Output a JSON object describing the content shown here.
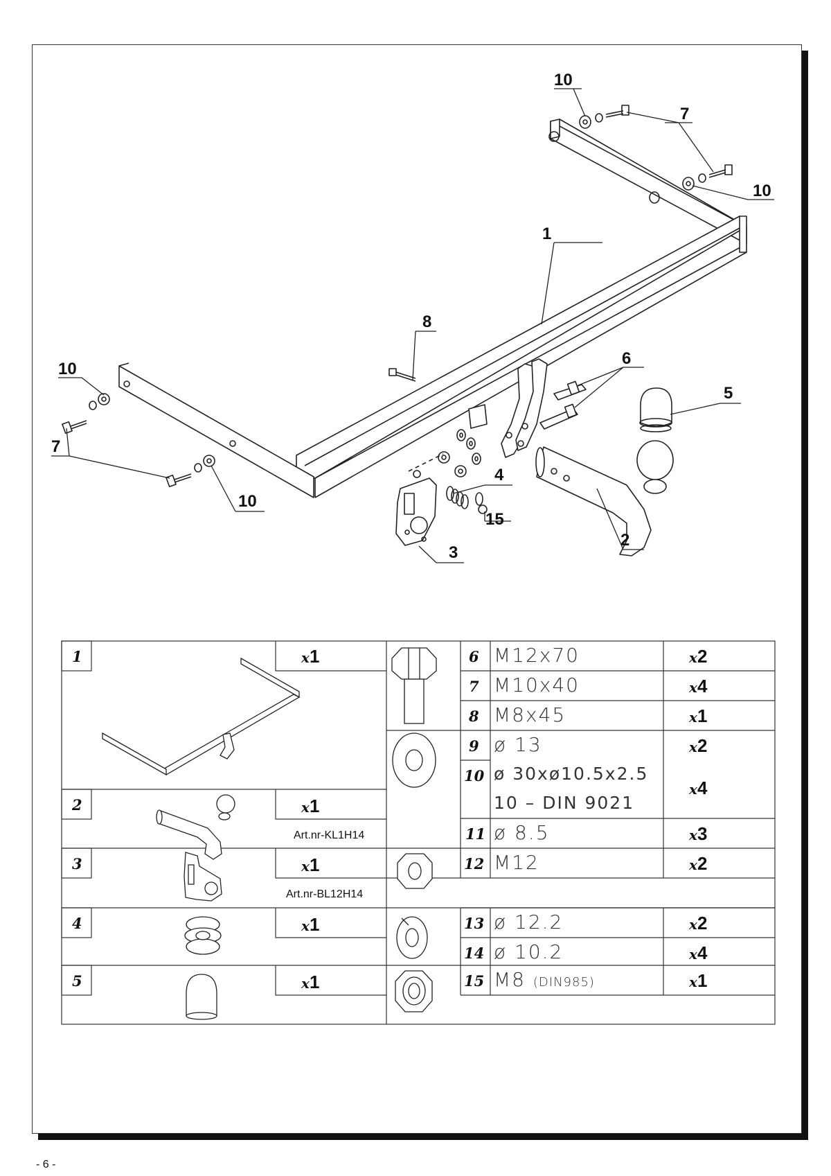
{
  "page": {
    "number": "- 6 -"
  },
  "callouts": {
    "c1": "1",
    "c2": "2",
    "c3": "3",
    "c4": "4",
    "c5": "5",
    "c6": "6",
    "c7a": "7",
    "c7b": "7",
    "c8": "8",
    "c10a": "10",
    "c10b": "10",
    "c10c": "10",
    "c10d": "10",
    "c15": "15"
  },
  "parts_left": [
    {
      "number": "1",
      "quantity_x": "x",
      "quantity_n": "1",
      "article": "",
      "icon": "towbar-frame-icon"
    },
    {
      "number": "2",
      "quantity_x": "x",
      "quantity_n": "1",
      "article": "Art.nr-KL1H14",
      "icon": "ball-neck-icon"
    },
    {
      "number": "3",
      "quantity_x": "x",
      "quantity_n": "1",
      "article": "Art.nr-BL12H14",
      "icon": "socket-plate-icon"
    },
    {
      "number": "4",
      "quantity_x": "x",
      "quantity_n": "1",
      "article": "",
      "icon": "spring-icon"
    },
    {
      "number": "5",
      "quantity_x": "x",
      "quantity_n": "1",
      "article": "",
      "icon": "ball-cap-icon"
    }
  ],
  "parts_right": [
    {
      "number": "6",
      "spec": "M12x70",
      "quantity_x": "x",
      "quantity_n": "2",
      "icon": "bolt-icon"
    },
    {
      "number": "7",
      "spec": "M10x40",
      "quantity_x": "x",
      "quantity_n": "4"
    },
    {
      "number": "8",
      "spec": "M8x45",
      "quantity_x": "x",
      "quantity_n": "1"
    },
    {
      "number": "9",
      "spec": "ø 13",
      "quantity_x": "x",
      "quantity_n": "2",
      "icon": "washer-icon"
    },
    {
      "number": "10",
      "spec": "ø 30xø10.5x2.5",
      "spec_line2": "10 – DIN 9021",
      "quantity_x": "x",
      "quantity_n": "4"
    },
    {
      "number": "11",
      "spec": "ø 8.5",
      "quantity_x": "x",
      "quantity_n": "3"
    },
    {
      "number": "12",
      "spec": "M12",
      "quantity_x": "x",
      "quantity_n": "2",
      "icon": "hex-nut-icon"
    },
    {
      "number": "13",
      "spec": "ø 12.2",
      "quantity_x": "x",
      "quantity_n": "2",
      "icon": "spring-washer-icon"
    },
    {
      "number": "14",
      "spec": "ø 10.2",
      "quantity_x": "x",
      "quantity_n": "4"
    },
    {
      "number": "15",
      "spec": "M8",
      "spec_note": "(DIN985)",
      "quantity_x": "x",
      "quantity_n": "1",
      "icon": "lock-nut-icon"
    }
  ]
}
